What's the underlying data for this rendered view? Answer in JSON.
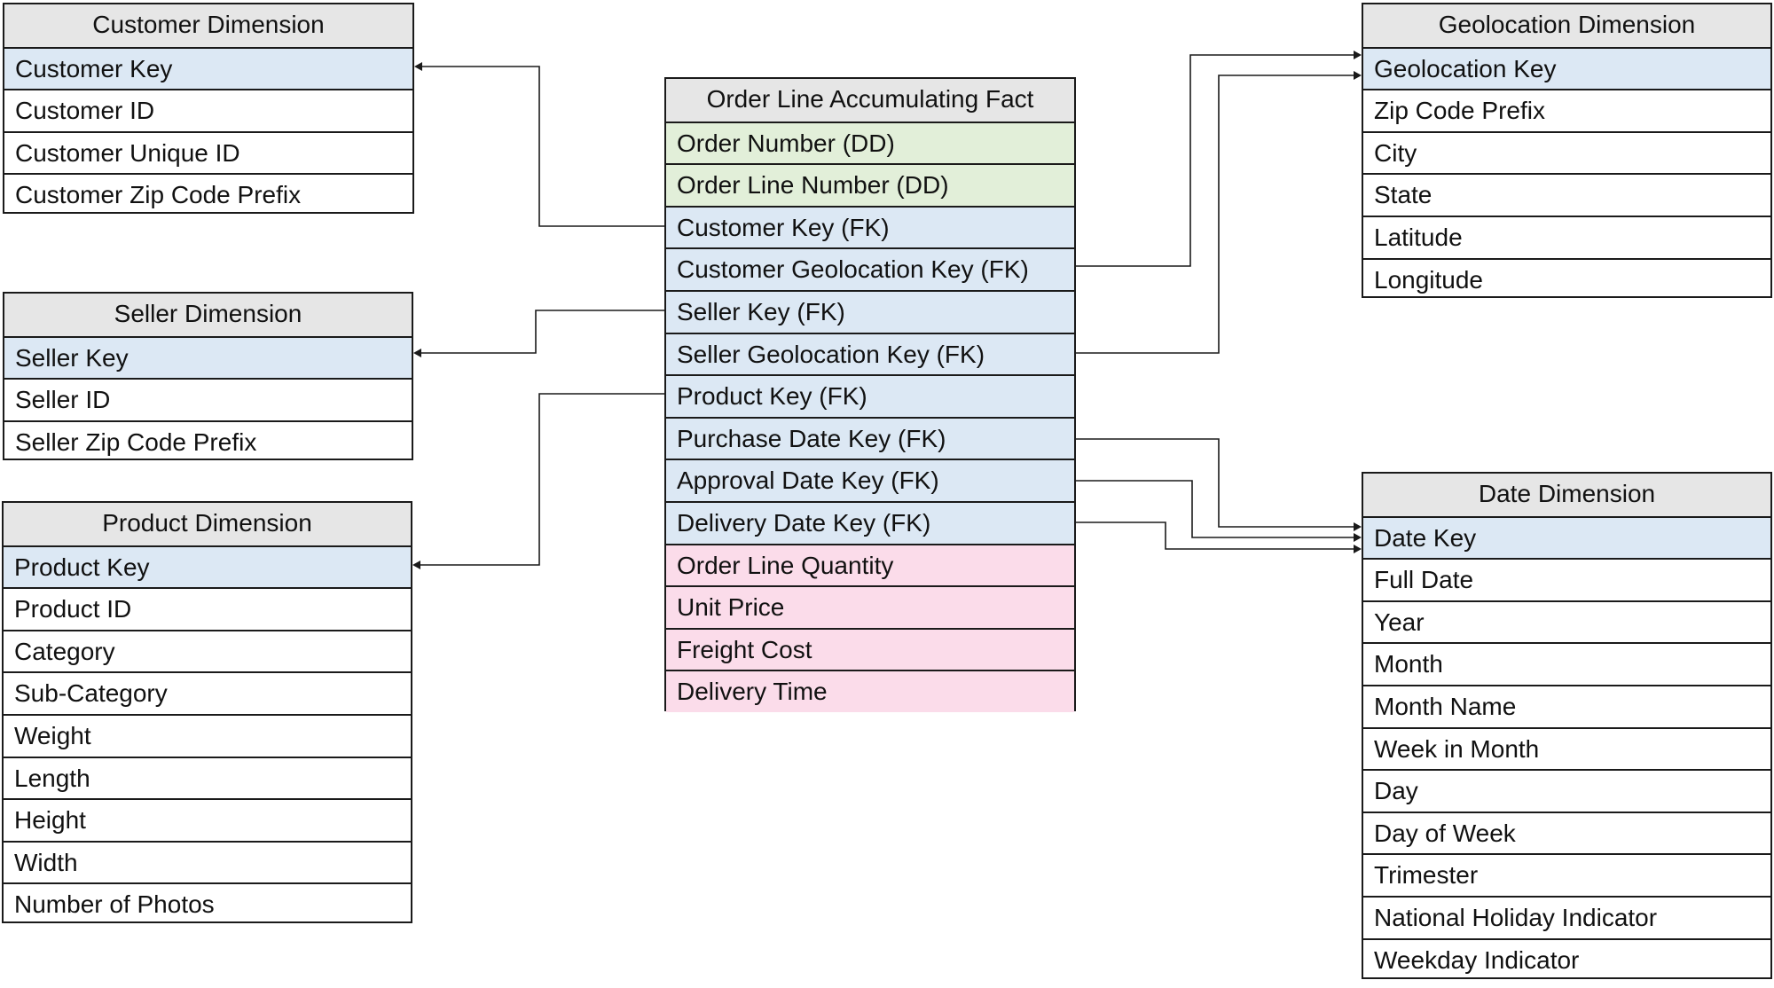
{
  "diagram": {
    "customer_dimension": {
      "title": "Customer Dimension",
      "fields": [
        "Customer Key",
        "Customer ID",
        "Customer Unique ID",
        "Customer Zip Code Prefix"
      ]
    },
    "seller_dimension": {
      "title": "Seller Dimension",
      "fields": [
        "Seller Key",
        "Seller ID",
        "Seller Zip Code Prefix"
      ]
    },
    "product_dimension": {
      "title": "Product Dimension",
      "fields": [
        "Product Key",
        "Product ID",
        "Category",
        "Sub-Category",
        "Weight",
        "Length",
        "Height",
        "Width",
        "Number of Photos"
      ]
    },
    "fact_table": {
      "title": "Order Line Accumulating Fact",
      "fields": [
        "Order Number (DD)",
        "Order Line Number (DD)",
        "Customer Key (FK)",
        "Customer Geolocation Key (FK)",
        "Seller Key (FK)",
        "Seller Geolocation Key (FK)",
        "Product Key (FK)",
        "Purchase Date Key (FK)",
        "Approval Date Key (FK)",
        "Delivery Date Key (FK)",
        "Order Line Quantity",
        "Unit Price",
        "Freight Cost",
        "Delivery Time"
      ]
    },
    "geolocation_dimension": {
      "title": "Geolocation Dimension",
      "fields": [
        "Geolocation Key",
        "Zip Code Prefix",
        "City",
        "State",
        "Latitude",
        "Longitude"
      ]
    },
    "date_dimension": {
      "title": "Date Dimension",
      "fields": [
        "Date Key",
        "Full Date",
        "Year",
        "Month",
        "Month Name",
        "Week in Month",
        "Day",
        "Day of Week",
        "Trimester",
        "National Holiday Indicator",
        "Weekday Indicator"
      ]
    },
    "colors": {
      "header": "#e6e6e6",
      "key_field": "#dce8f4",
      "degenerate_dimension": "#e2efd9",
      "measure": "#fbdcea",
      "border": "#1a1a1a"
    },
    "relationships": [
      {
        "from": "Customer Key (FK)",
        "to": "Customer Dimension.Customer Key"
      },
      {
        "from": "Customer Geolocation Key (FK)",
        "to": "Geolocation Dimension.Geolocation Key"
      },
      {
        "from": "Seller Key (FK)",
        "to": "Seller Dimension.Seller Key"
      },
      {
        "from": "Seller Geolocation Key (FK)",
        "to": "Geolocation Dimension.Geolocation Key"
      },
      {
        "from": "Product Key (FK)",
        "to": "Product Dimension.Product Key"
      },
      {
        "from": "Purchase Date Key (FK)",
        "to": "Date Dimension.Date Key"
      },
      {
        "from": "Approval Date Key (FK)",
        "to": "Date Dimension.Date Key"
      },
      {
        "from": "Delivery Date Key (FK)",
        "to": "Date Dimension.Date Key"
      }
    ]
  }
}
